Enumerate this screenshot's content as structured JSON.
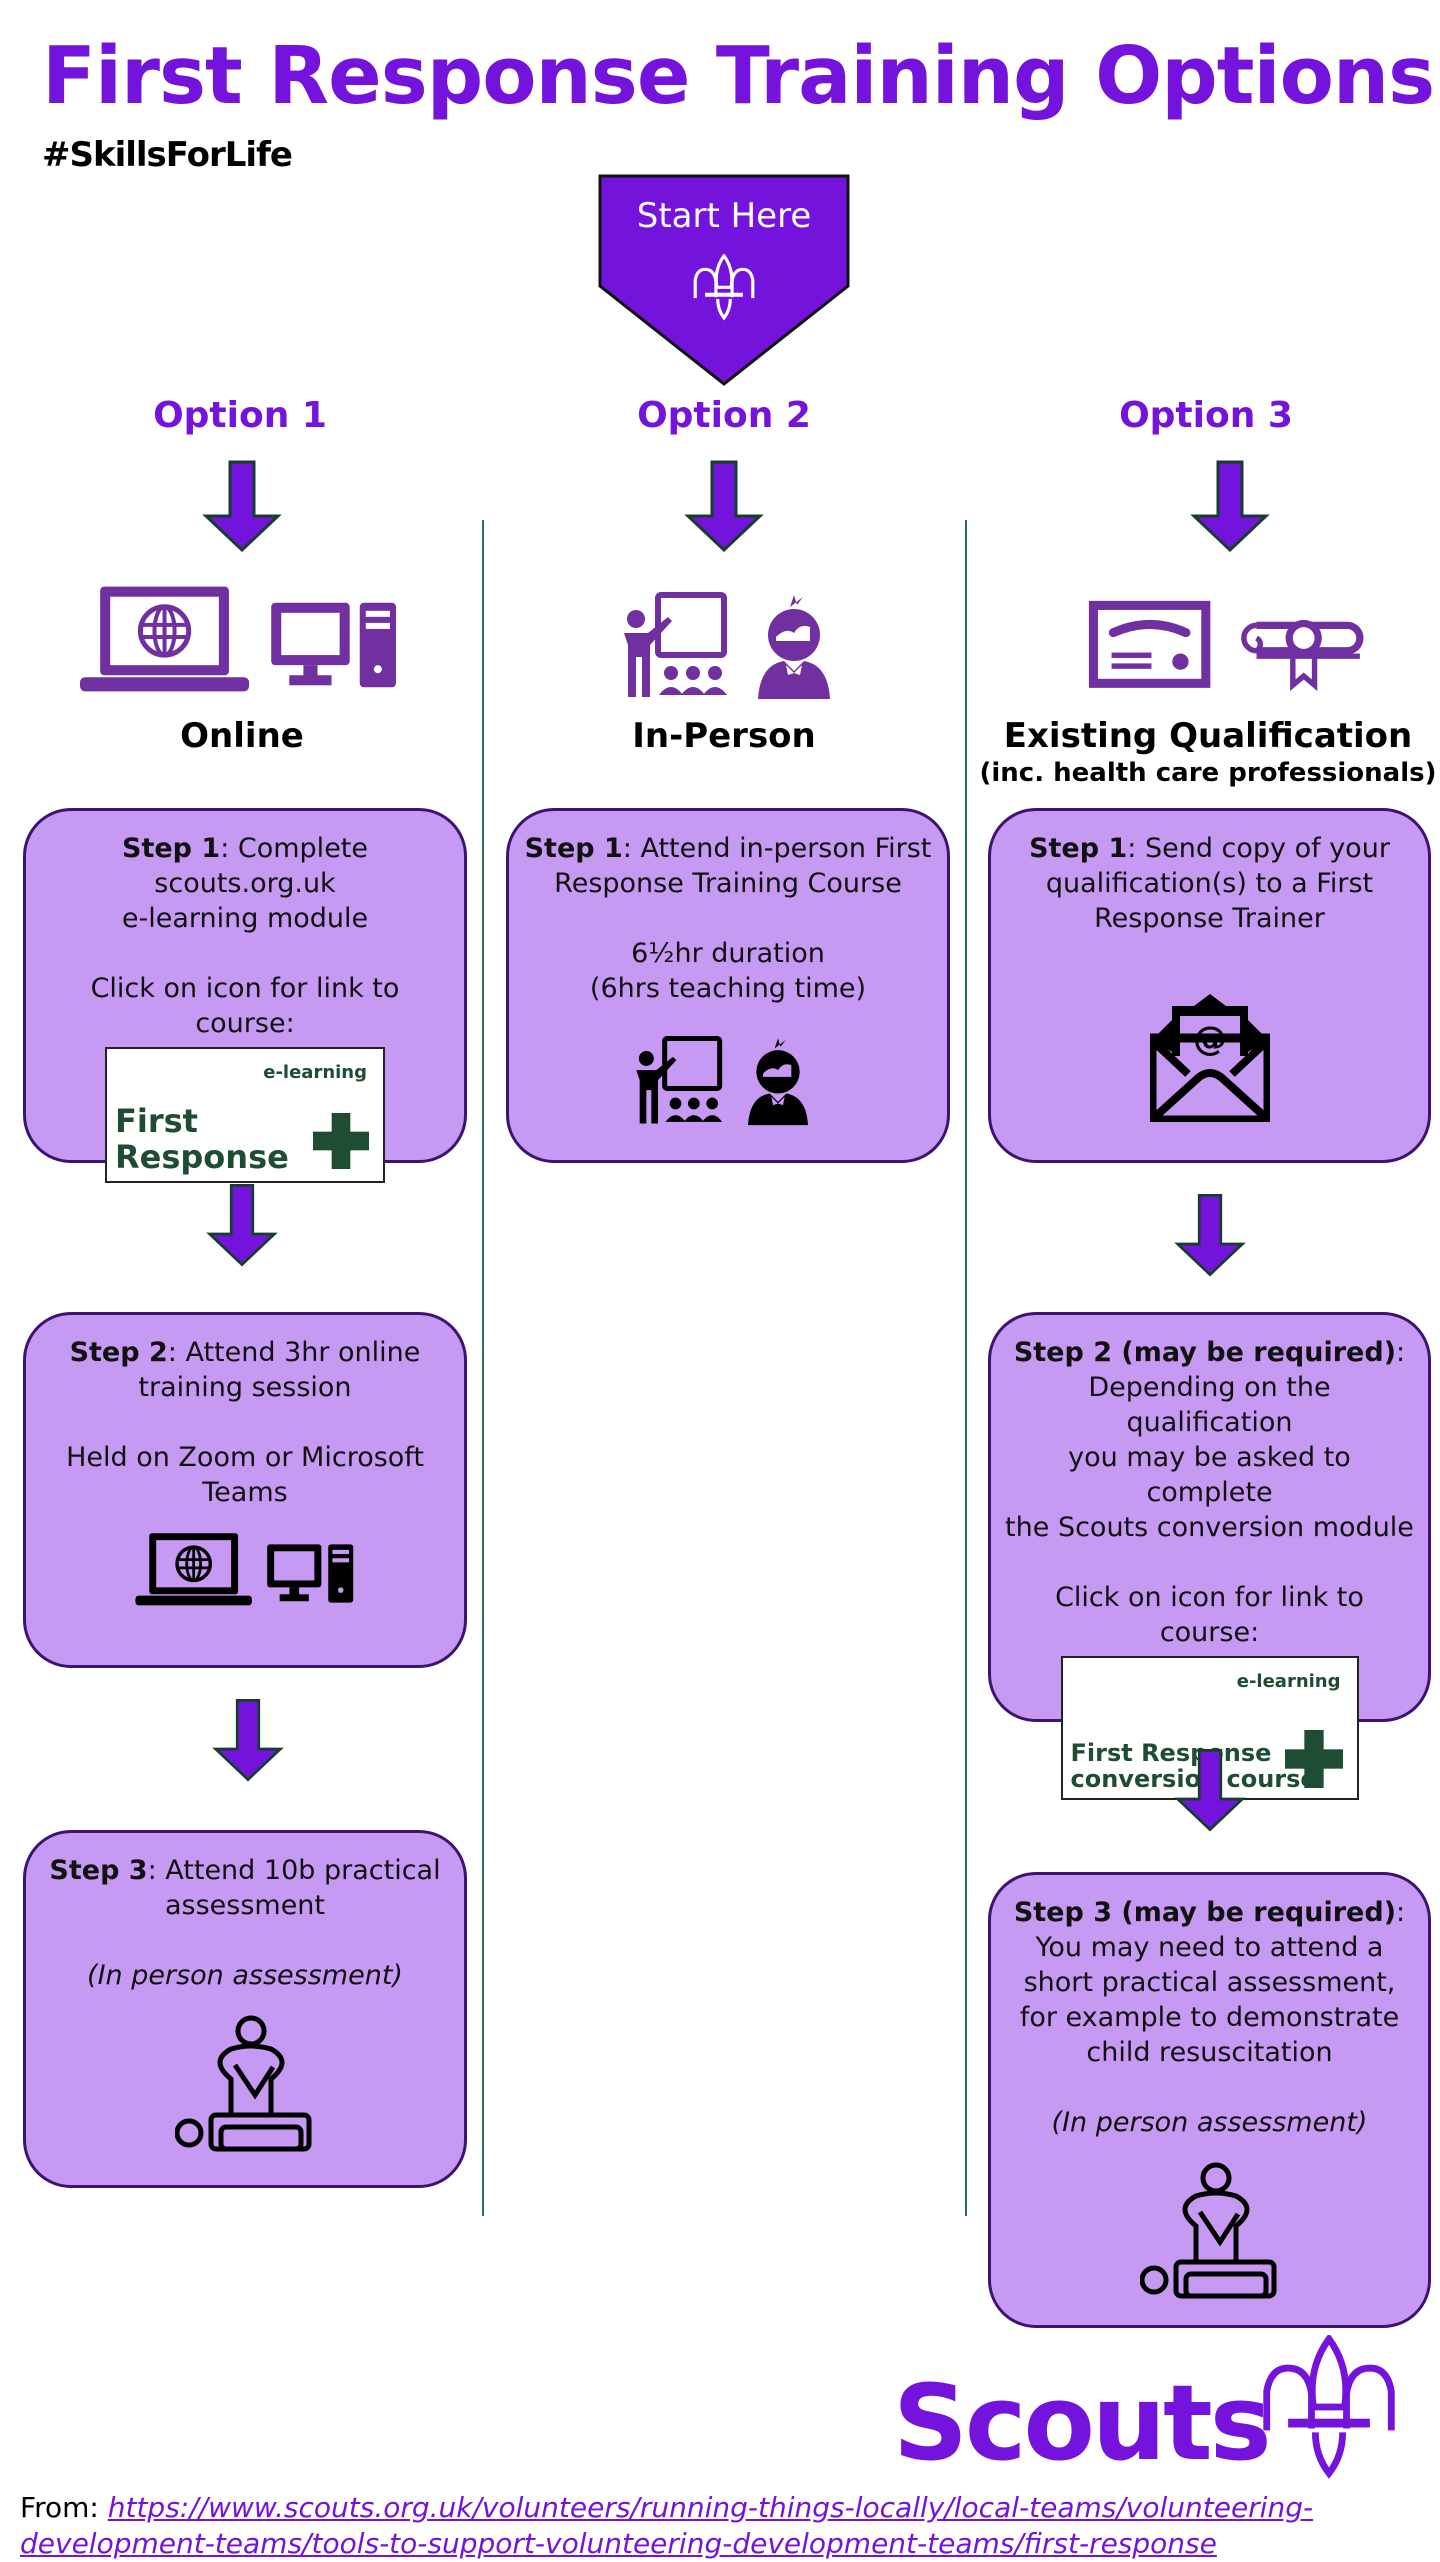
{
  "header": {
    "title": "First Response Training Options",
    "hashtag": "#SkillsForLife",
    "start_label": "Start Here"
  },
  "colors": {
    "brand_purple": "#7413DC",
    "card_fill": "#C699F2",
    "card_border": "#3C1470",
    "icon_purple": "#7030A0",
    "divider": "#2E6B57",
    "elearning_green": "#1E4D33"
  },
  "options": [
    {
      "label": "Option 1",
      "heading": "Online",
      "subheading": "",
      "icon": "laptop-and-desktop-icon",
      "steps": [
        {
          "title": "Step 1",
          "lines": [
            "Complete",
            "scouts.org.uk",
            "e-learning module"
          ],
          "note": "Click on icon for link to course:",
          "link_card": {
            "tag": "e-learning",
            "name_line1": "First",
            "name_line2": "Response",
            "icon": "green-cross-icon"
          }
        },
        {
          "title": "Step 2",
          "lines": [
            "Attend 3hr online",
            "training session"
          ],
          "note_lines": [
            "Held on Zoom or Microsoft",
            "Teams"
          ],
          "icon": "laptop-and-desktop-icon"
        },
        {
          "title": "Step 3",
          "lines": [
            "Attend 10b practical",
            "assessment"
          ],
          "note": "(In person assessment)",
          "icon": "cpr-icon"
        }
      ]
    },
    {
      "label": "Option 2",
      "heading": "In-Person",
      "subheading": "",
      "icon": "teacher-and-student-icon",
      "steps": [
        {
          "title": "Step 1",
          "lines": [
            "Attend in-person First",
            "Response Training Course"
          ],
          "note_lines": [
            "6½hr duration",
            "(6hrs teaching time)"
          ],
          "icon": "teacher-and-student-icon"
        }
      ]
    },
    {
      "label": "Option 3",
      "heading": "Existing Qualification",
      "subheading": "(inc. health care professionals)",
      "icon": "certificate-and-diploma-icon",
      "steps": [
        {
          "title": "Step 1",
          "lines": [
            "Send copy of your",
            "qualification(s) to a First",
            "Response Trainer"
          ],
          "icon": "email-envelope-icon"
        },
        {
          "title": "Step 2 (may be required)",
          "lines": [
            "Depending on the qualification",
            "you may be asked to complete",
            "the Scouts conversion module"
          ],
          "note": "Click on icon for link to course:",
          "link_card": {
            "tag": "e-learning",
            "name_line1": "First Response",
            "name_line2": "conversion course",
            "icon": "green-cross-icon"
          }
        },
        {
          "title": "Step 3 (may be required)",
          "lines": [
            "You may need to attend a",
            "short practical assessment,",
            "for example to demonstrate",
            "child resuscitation"
          ],
          "note": "(In person assessment)",
          "icon": "cpr-icon"
        }
      ]
    }
  ],
  "logo": {
    "wordmark": "Scouts"
  },
  "footer": {
    "prefix": "From:",
    "link_text": "https://www.scouts.org.uk/volunteers/running-things-locally/local-teams/volunteering-development-teams/tools-to-support-volunteering-development-teams/first-response"
  }
}
